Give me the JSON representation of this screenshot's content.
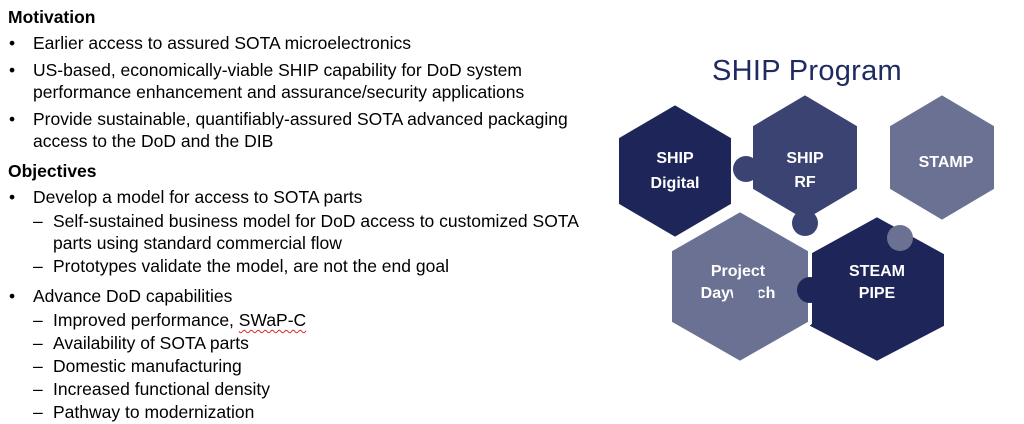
{
  "motivation": {
    "heading": "Motivation",
    "items": [
      "Earlier access to assured SOTA microelectronics",
      "US-based, economically-viable SHIP capability for DoD system performance enhancement and assurance/security applications",
      "Provide sustainable, quantifiably-assured SOTA advanced packaging access to the DoD and the DIB"
    ]
  },
  "objectives": {
    "heading": "Objectives",
    "items": [
      {
        "label": "Develop a model for access to SOTA parts",
        "subitems": [
          "Self-sustained business model for DoD access to customized SOTA parts using standard commercial flow",
          "Prototypes validate the model, are not the end goal"
        ]
      },
      {
        "label": "Advance DoD capabilities",
        "subitems": [
          "Improved performance, ",
          "Availability of SOTA parts",
          "Domestic manufacturing",
          "Increased functional density",
          "Pathway to modernization"
        ],
        "squiggle_word": "SWaP-C"
      }
    ]
  },
  "bullet_char": "•",
  "dash_char": "–",
  "diagram": {
    "title": "SHIP Program",
    "pieces": [
      {
        "line1": "SHIP",
        "line2": "Digital",
        "color": "#1d2559"
      },
      {
        "line1": "SHIP",
        "line2": "RF",
        "color": "#3b4373"
      },
      {
        "line1": "STAMP",
        "line2": "",
        "color": "#6b7192"
      },
      {
        "line1": "Project",
        "line2": "Daywatch",
        "color": "#6b7192"
      },
      {
        "line1": "STEAM",
        "line2": "PIPE",
        "color": "#1d2559"
      }
    ]
  }
}
